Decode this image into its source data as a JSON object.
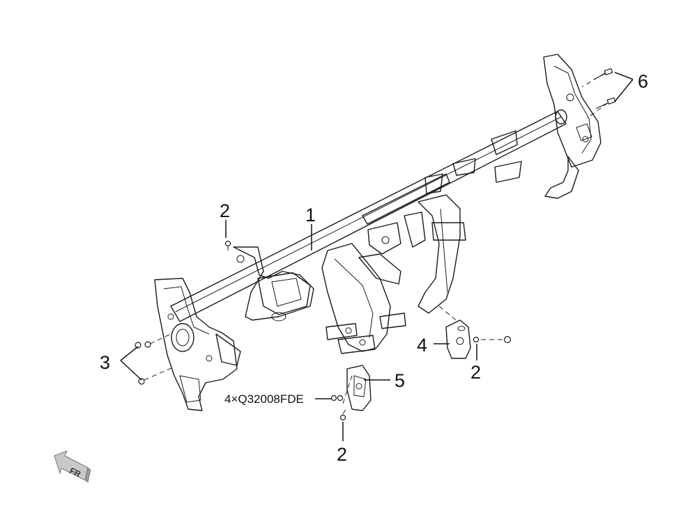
{
  "callouts": {
    "part1": "1",
    "part2_top": "2",
    "part2_right": "2",
    "part2_bottom": "2",
    "part3": "3",
    "part4": "4",
    "part5": "5",
    "part6": "6"
  },
  "part_code": "4×Q32008FDE",
  "direction_badge": "FR",
  "colors": {
    "line": "#1a1a1a",
    "arrow_fill": "#c8c8c8"
  }
}
